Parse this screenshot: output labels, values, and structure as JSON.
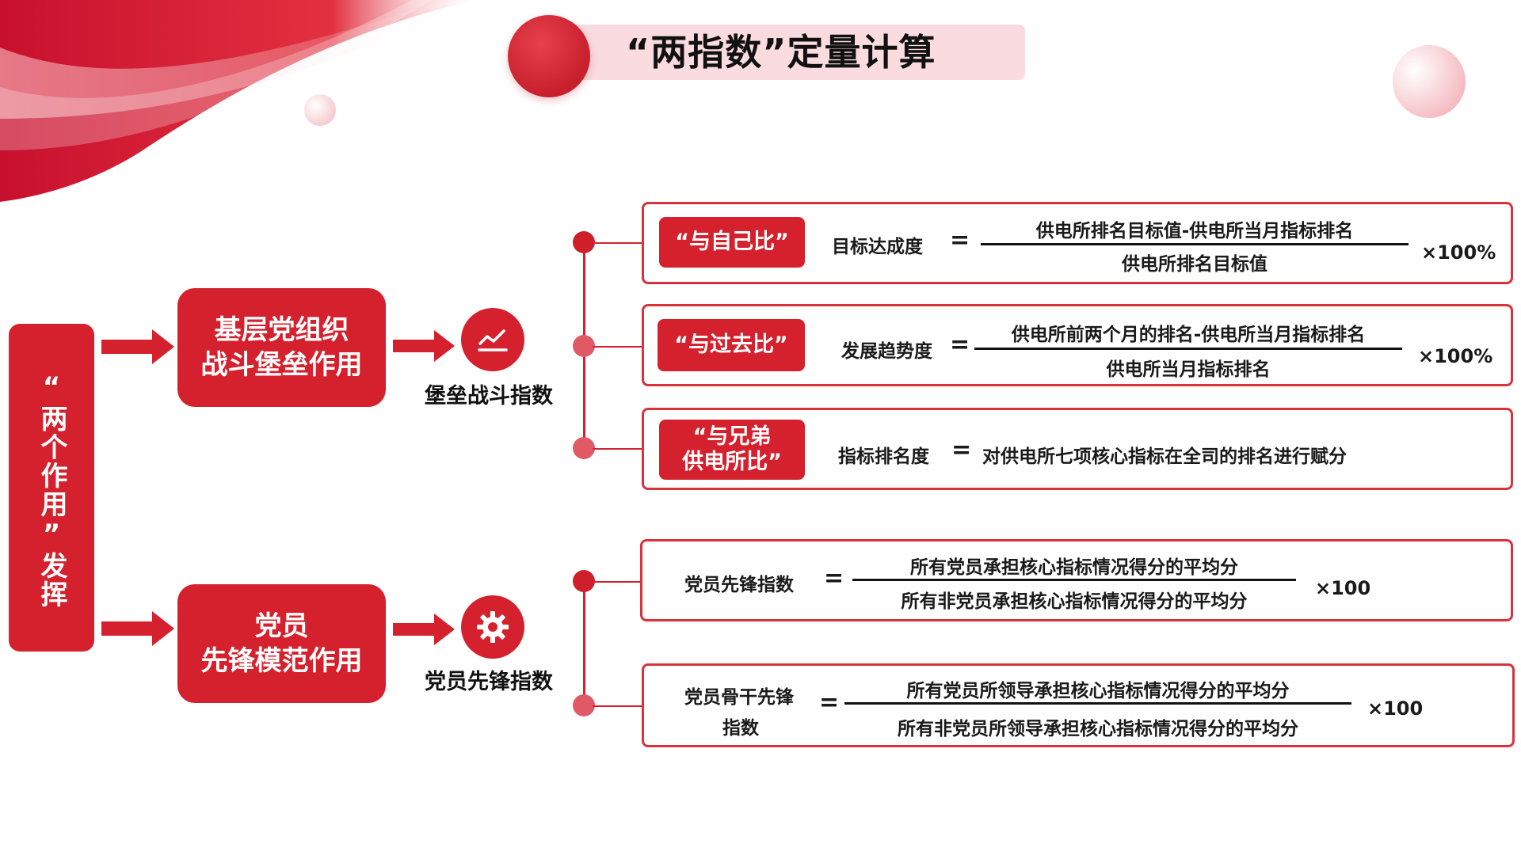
{
  "title": "“两指数”定量计算",
  "left_block": "“两个作用”发挥",
  "roles": [
    {
      "label_line1": "基层党组织",
      "label_line2": "战斗堡垒作用",
      "index_name": "堡垒战斗指数",
      "icon": "trend-chart-icon"
    },
    {
      "label_line1": "党员",
      "label_line2": "先锋模范作用",
      "index_name": "党员先锋指数",
      "icon": "gear-icon"
    }
  ],
  "bastion_formulas": [
    {
      "tag": "“与自己比”",
      "metric": "目标达成度",
      "eq": "=",
      "numerator": "供电所排名目标值-供电所当月指标排名",
      "denominator": "供电所排名目标值",
      "multiplier": "×100%"
    },
    {
      "tag": "“与过去比”",
      "metric": "发展趋势度",
      "eq": "=",
      "numerator": "供电所前两个月的排名-供电所当月指标排名",
      "denominator": "供电所当月指标排名",
      "multiplier": "×100%"
    },
    {
      "tag_line1": "“与兄弟",
      "tag_line2": "供电所比”",
      "metric": "指标排名度",
      "eq": "=",
      "text": "对供电所七项核心指标在全司的排名进行赋分"
    }
  ],
  "member_formulas": [
    {
      "metric": "党员先锋指数",
      "eq": "=",
      "numerator": "所有党员承担核心指标情况得分的平均分",
      "denominator": "所有非党员承担核心指标情况得分的平均分",
      "multiplier": "×100"
    },
    {
      "metric_line1": "党员骨干先锋",
      "metric_line2": "指数",
      "eq": "=",
      "numerator": "所有党员所领导承担核心指标情况得分的平均分",
      "denominator": "所有非党员所领导承担核心指标情况得分的平均分",
      "multiplier": "×100"
    }
  ],
  "colors": {
    "primary_red": "#d5212d",
    "title_bg": "#fadbe0",
    "frame_border": "#d8323c"
  }
}
